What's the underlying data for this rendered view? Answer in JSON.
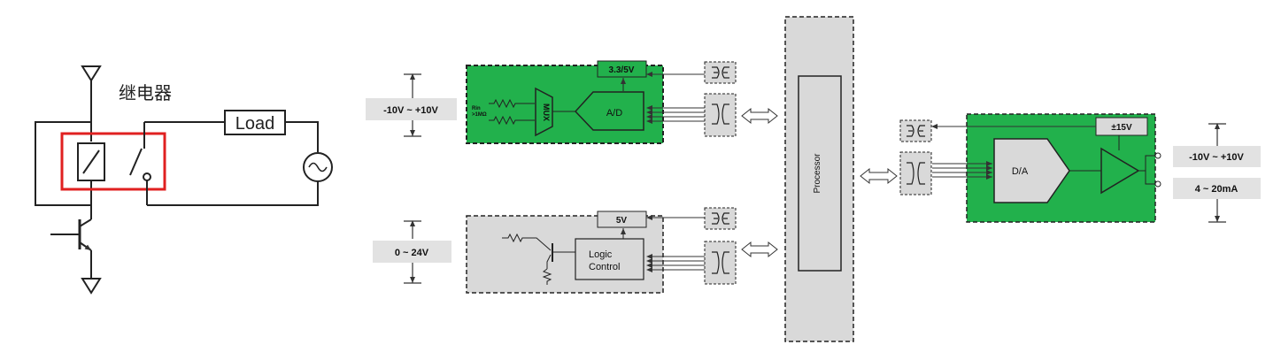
{
  "relay_circuit": {
    "relay_label": "继电器",
    "load_label": "Load"
  },
  "analog_input": {
    "range_label": "-10V ~ +10V",
    "supply_label": "3.3/5V",
    "rin_label": "Rin",
    "rin_value": ">1MΩ",
    "mux_label": "MUX",
    "adc_label": "A/D"
  },
  "digital_input": {
    "range_label": "0 ~ 24V",
    "supply_label": "5V",
    "logic_line1": "Logic",
    "logic_line2": "Control"
  },
  "processor": {
    "label": "Processor"
  },
  "analog_output": {
    "supply_label": "±15V",
    "dac_label": "D/A",
    "voltage_range_label": "-10V ~ +10V",
    "current_range_label": "4 ~ 20mA"
  },
  "colors": {
    "green_block": "#22b14c",
    "gray_block": "#d9d9d9",
    "label_box": "#e2e2e2",
    "relay_highlight": "#e02020",
    "line": "#333333"
  }
}
